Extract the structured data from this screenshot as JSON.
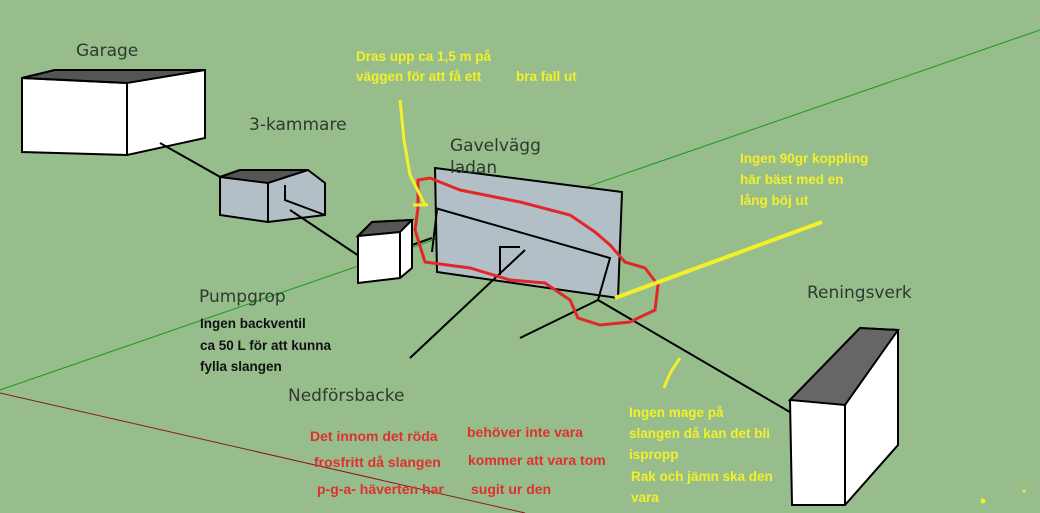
{
  "labels": {
    "garage": "Garage",
    "kammare": "3-kammare",
    "gavel_line1": "Gavelvägg",
    "gavel_line2": "ladan",
    "pumpgrop": "Pumpgrop",
    "reningsverk": "Reningsverk",
    "nedforsbacke": "Nedförsbacke"
  },
  "notes": {
    "dras_line1": "Dras upp ca 1,5 m på",
    "dras_line2": "väggen för att få ett",
    "dras_line2b": "bra fall ut",
    "ingen90_line1": "Ingen 90gr koppling",
    "ingen90_line2": "här  bäst med en",
    "ingen90_line3": "lång böj ut",
    "backventil_line1": "Ingen backventil",
    "backventil_line2": "ca 50 L för att kunna",
    "backventil_line3": "fylla slangen",
    "red_col1": [
      "Det innom det röda",
      "frosfritt då slangen",
      "p-g-a- häverten har"
    ],
    "red_col2": [
      "behöver inte vara",
      "kommer att vara tom",
      "sugit ur den"
    ],
    "mage": [
      "Ingen mage på",
      "slangen då kan det bli",
      "ispropp",
      "Rak och jämn ska den",
      "vara"
    ]
  },
  "colors": {
    "background": "#97bd8d",
    "annotation_yellow": "#f3f02a",
    "annotation_red": "#e0302e",
    "box_face": "#b3bfc7"
  }
}
